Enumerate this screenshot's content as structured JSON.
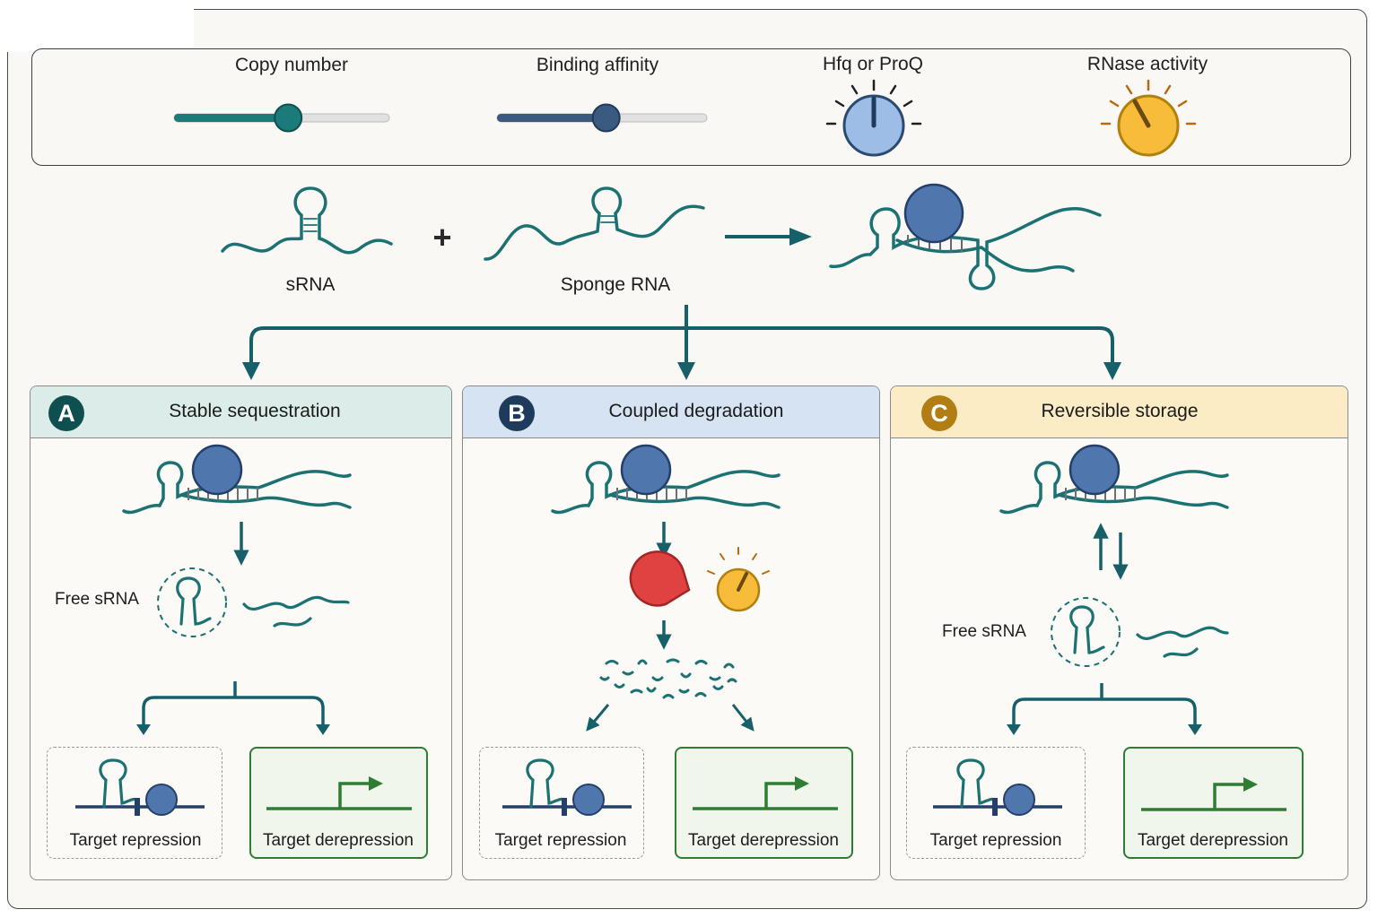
{
  "controls": {
    "copy_number": {
      "label": "Copy number",
      "level": 0.53,
      "color": "#1b7a7a"
    },
    "binding_affinity": {
      "label": "Binding affinity",
      "level": 0.52,
      "color": "#3b5a80"
    },
    "hfq": {
      "label": "Hfq or ProQ",
      "color": "#8fb3e0",
      "icon": "dial-icon"
    },
    "rnase": {
      "label": "RNase activity",
      "color": "#f2b731",
      "icon": "dial-icon"
    }
  },
  "reaction": {
    "srna_label": "sRNA",
    "plus": "+",
    "sponge_label": "Sponge RNA"
  },
  "panels": [
    {
      "letter": "A",
      "title": "Stable sequestration",
      "free_label": "Free sRNA",
      "repression_label": "Target repression",
      "derepression_label": "Target derepression",
      "header_color": "#dcece8",
      "badge_color": "#0f4f4f"
    },
    {
      "letter": "B",
      "title": "Coupled degradation",
      "repression_label": "Target repression",
      "derepression_label": "Target derepression",
      "header_color": "#d5e3f3",
      "badge_color": "#1e3a5c"
    },
    {
      "letter": "C",
      "title": "Reversible storage",
      "free_label": "Free sRNA",
      "repression_label": "Target repression",
      "derepression_label": "Target derepression",
      "header_color": "#fbecc6",
      "badge_color": "#b27d12"
    }
  ],
  "colors": {
    "rna": "#1c7272",
    "arrow": "#17606a",
    "protein": "#4f77ad",
    "rnase_enzyme": "#d93636",
    "derepression": "#2e7d32"
  }
}
